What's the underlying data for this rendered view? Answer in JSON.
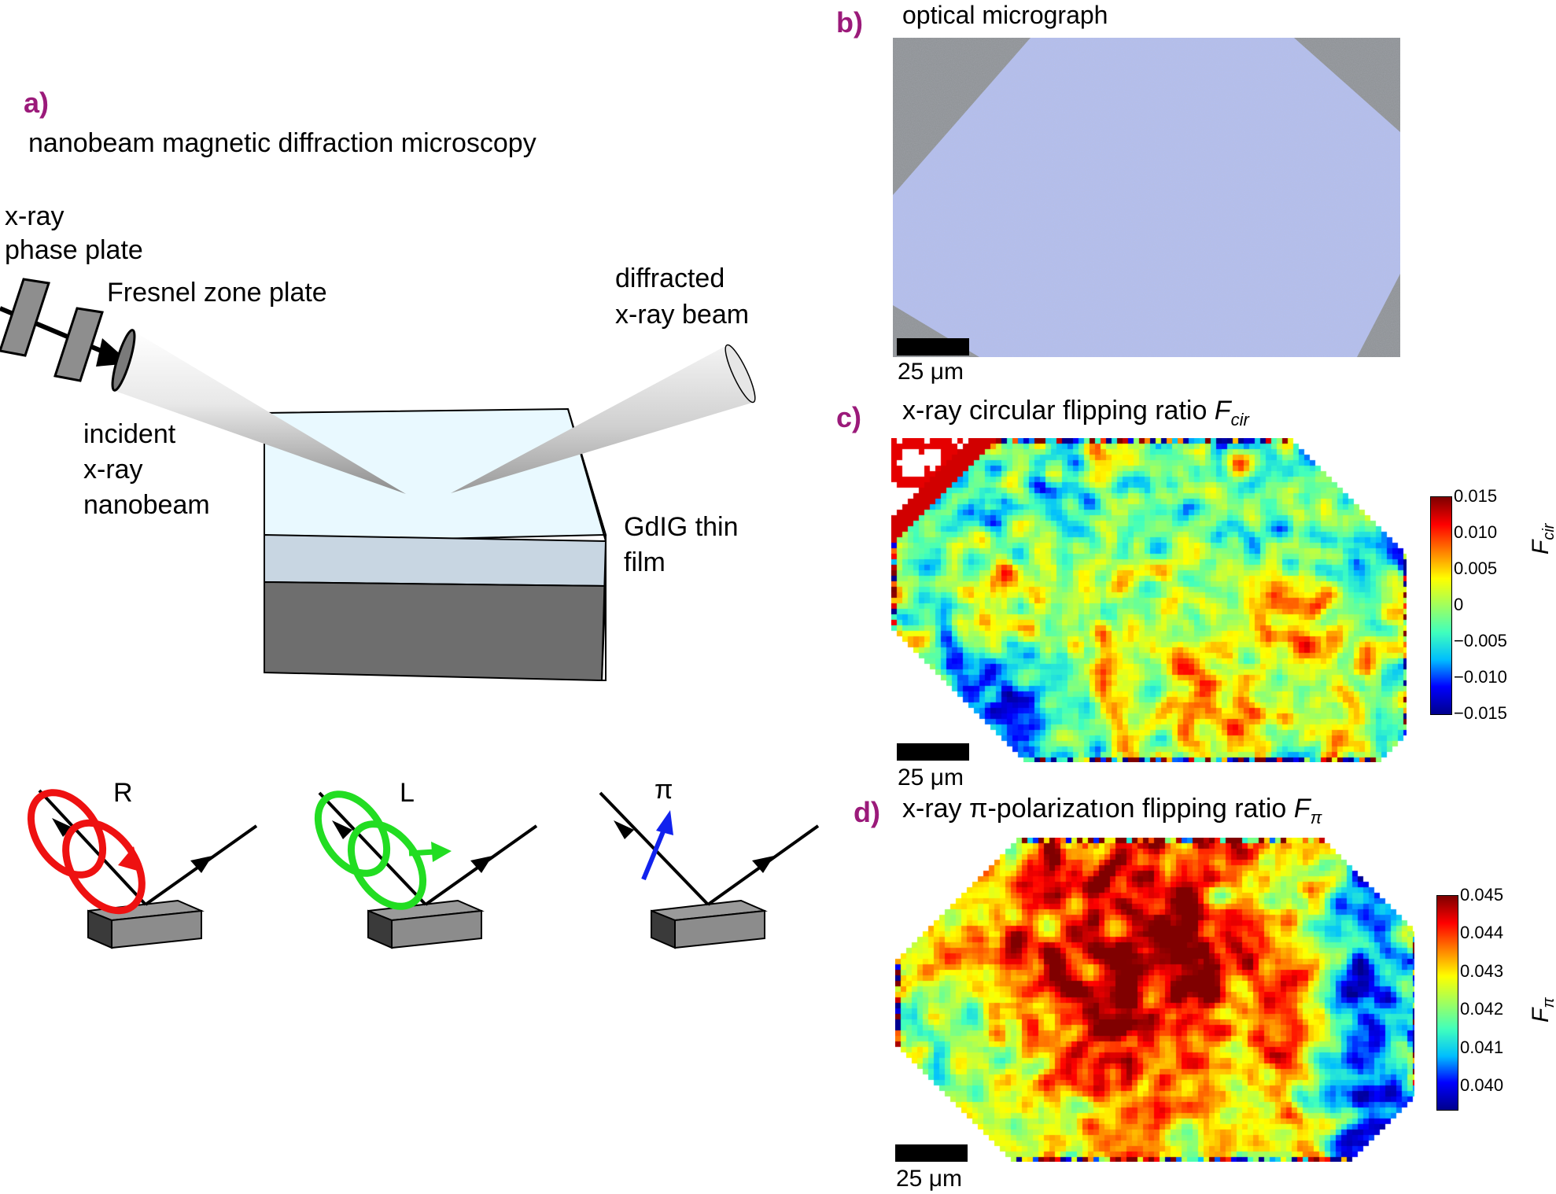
{
  "panel_a": {
    "letter": "a)",
    "title": "nanobeam magnetic diffraction microscopy",
    "label_phase_plate_1": "x-ray",
    "label_phase_plate_2": "phase plate",
    "label_zone_plate": "Fresnel zone plate",
    "label_diffracted_1": "diffracted",
    "label_diffracted_2": "x-ray beam",
    "label_incident_1": "incident",
    "label_incident_2": "x-ray",
    "label_incident_3": "nanobeam",
    "label_film_1": "GdIG thin",
    "label_film_2": "film",
    "pol_R": "R",
    "pol_L": "L",
    "pol_pi": "π",
    "colors": {
      "R": "#ee1111",
      "L": "#22dd22",
      "pi": "#1122ee"
    }
  },
  "panel_b": {
    "letter": "b)",
    "title": "optical micrograph",
    "scale": "25 μm"
  },
  "panel_c": {
    "letter": "c)",
    "title_main": "x-ray circular flipping ratio ",
    "title_sym": "F",
    "title_sub": "cir",
    "scale": "25 μm",
    "colorbar_label": "F",
    "colorbar_label_sub": "cir",
    "ticks": [
      "0.015",
      "0.010",
      "0.005",
      "0",
      "−0.005",
      "−0.010",
      "−0.015"
    ]
  },
  "panel_d": {
    "letter": "d)",
    "title_main": "x-ray π-polarizatıon flipping ratio ",
    "title_sym": "F",
    "title_sub": "π",
    "scale": "25 μm",
    "colorbar_label": "F",
    "colorbar_label_sub": "π",
    "ticks": [
      "0.045",
      "0.044",
      "0.043",
      "0.042",
      "0.041",
      "0.040"
    ]
  },
  "colormap": [
    "#00008f",
    "#0000ff",
    "#00bfff",
    "#40ffbf",
    "#a0ff60",
    "#ffff00",
    "#ff8000",
    "#ff0000",
    "#800000"
  ]
}
